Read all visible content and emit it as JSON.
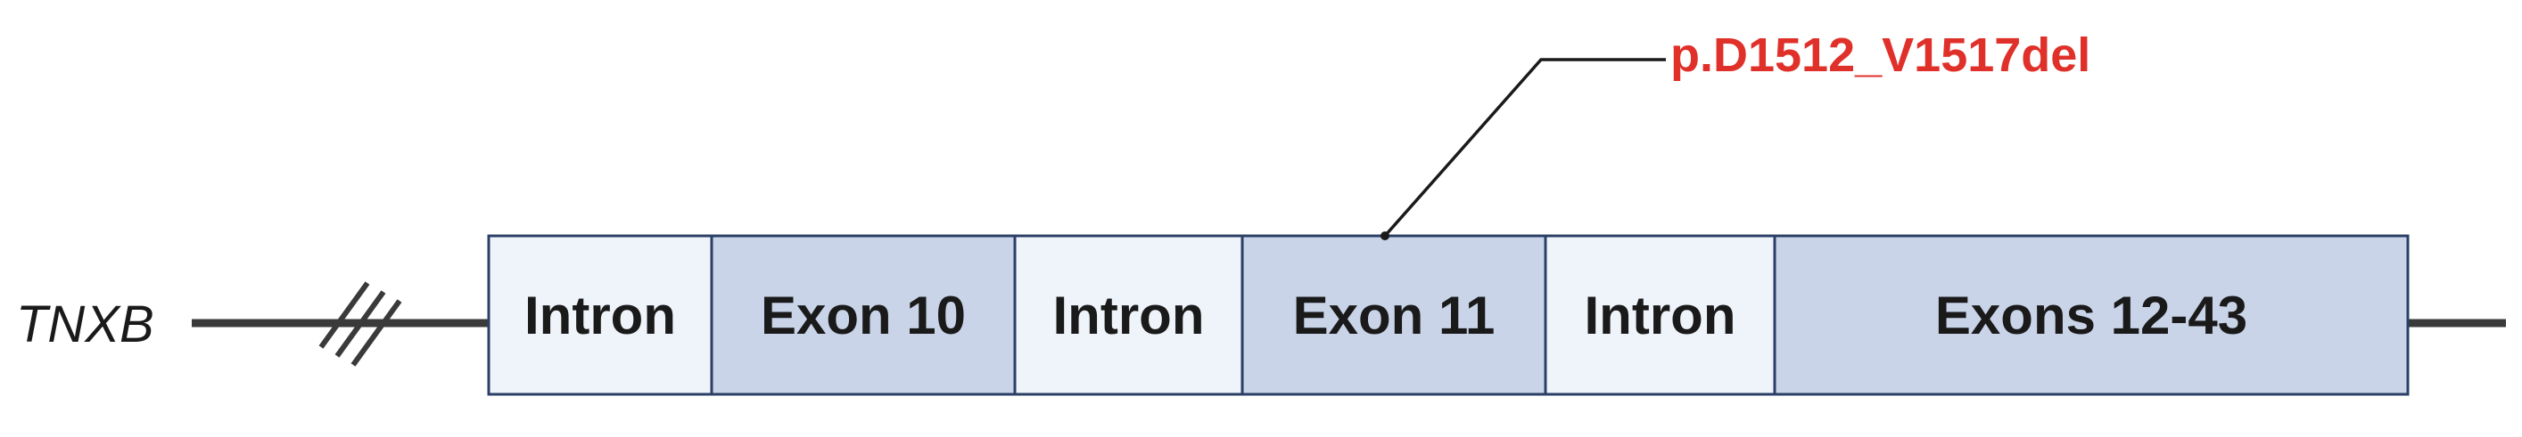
{
  "gene": "TNXB",
  "segments": [
    {
      "label": "Intron",
      "kind": "intron"
    },
    {
      "label": "Exon 10",
      "kind": "exon"
    },
    {
      "label": "Intron",
      "kind": "intron"
    },
    {
      "label": "Exon 11",
      "kind": "exon"
    },
    {
      "label": "Intron",
      "kind": "intron"
    },
    {
      "label": "Exons 12-43",
      "kind": "exon"
    }
  ],
  "mutation": {
    "label": "p.D1512_V1517del",
    "segment_index": 3
  },
  "colors": {
    "intron_fill": "#eff3fa",
    "exon_fill": "#c9d4e8",
    "box_stroke": "#2b3f66",
    "line": "#3a3a3a",
    "mutation_text": "#e0302a",
    "leader": "#1a1a1a"
  }
}
